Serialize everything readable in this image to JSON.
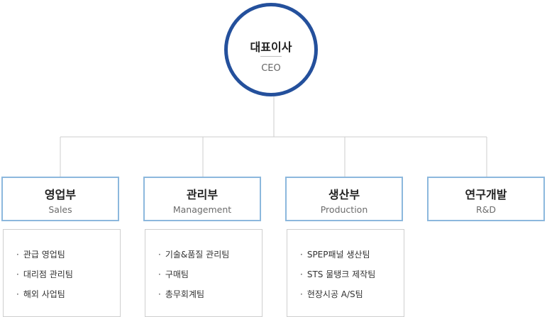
{
  "ceo": {
    "title": "대표이사",
    "subtitle": "CEO"
  },
  "colors": {
    "ceo_border": "#24509c",
    "dept_border": "#8cb8dd",
    "connector": "#cccccc",
    "team_border": "#cfcfcf"
  },
  "departments": [
    {
      "name": "영업부",
      "english": "Sales",
      "teams": [
        "관급 영업팀",
        "대리점 관리팀",
        "해외 사업팀"
      ]
    },
    {
      "name": "관리부",
      "english": "Management",
      "teams": [
        "기술&품질 관리팀",
        "구매팀",
        "총무회계팀"
      ]
    },
    {
      "name": "생산부",
      "english": "Production",
      "teams": [
        "SPEP패널 생산팀",
        "STS 물탱크 제작팀",
        "현장시공 A/S팀"
      ]
    },
    {
      "name": "연구개발",
      "english": "R&D",
      "teams": []
    }
  ]
}
